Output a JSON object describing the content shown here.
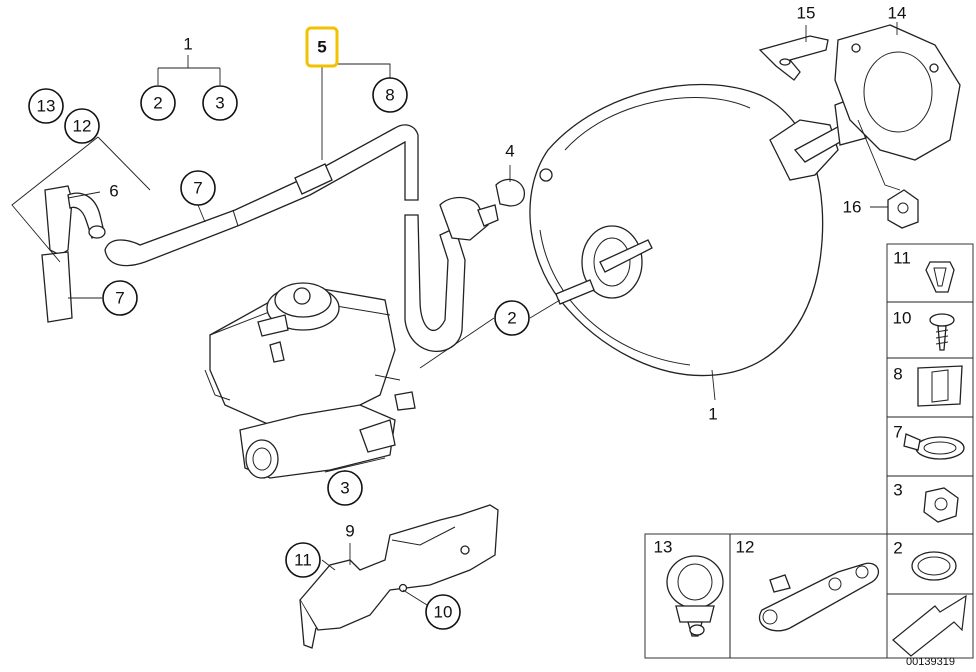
{
  "callouts": {
    "c1": "1",
    "c1_sub2": "2",
    "c1_sub3": "3",
    "c13": "13",
    "c12": "12",
    "c6": "6",
    "c7a": "7",
    "c7b": "7",
    "c5": "5",
    "c8": "8",
    "c4": "4",
    "c2": "2",
    "c1_booster": "1",
    "c3": "3",
    "c9": "9",
    "c11": "11",
    "c10": "10",
    "c15": "15",
    "c14": "14",
    "c16": "16"
  },
  "side_panel": [
    "11",
    "10",
    "8",
    "7",
    "3",
    "2"
  ],
  "bottom_panel": [
    "13",
    "12"
  ],
  "diagram_id": "00139319",
  "highlight_color": "#f2c200"
}
